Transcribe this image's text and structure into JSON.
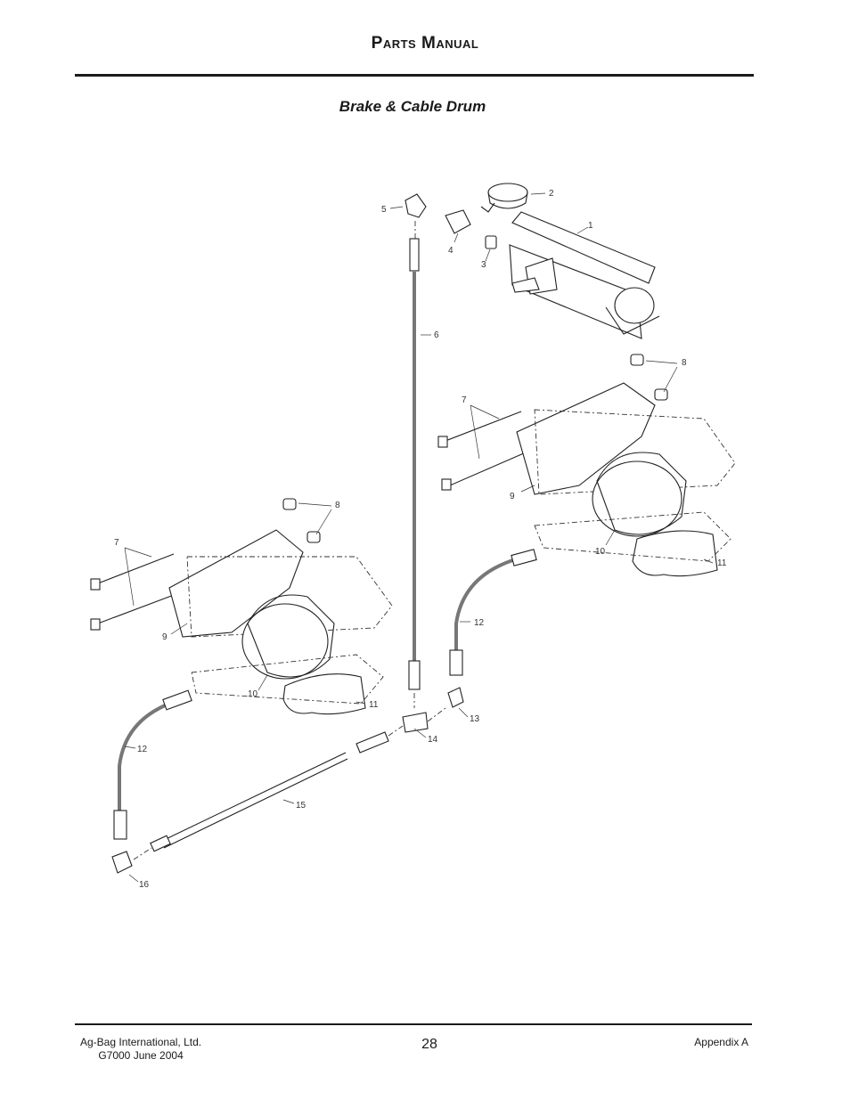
{
  "header": {
    "title": "Parts Manual"
  },
  "section": {
    "title": "Brake & Cable Drum"
  },
  "diagram": {
    "callouts": [
      "1",
      "2",
      "3",
      "4",
      "5",
      "6",
      "7",
      "8",
      "9",
      "10",
      "11",
      "12",
      "13",
      "14",
      "15",
      "16"
    ]
  },
  "footer": {
    "company": "Ag-Bag International, Ltd.",
    "model_date": "G7000 June 2004",
    "page_number": "28",
    "appendix": "Appendix A"
  }
}
